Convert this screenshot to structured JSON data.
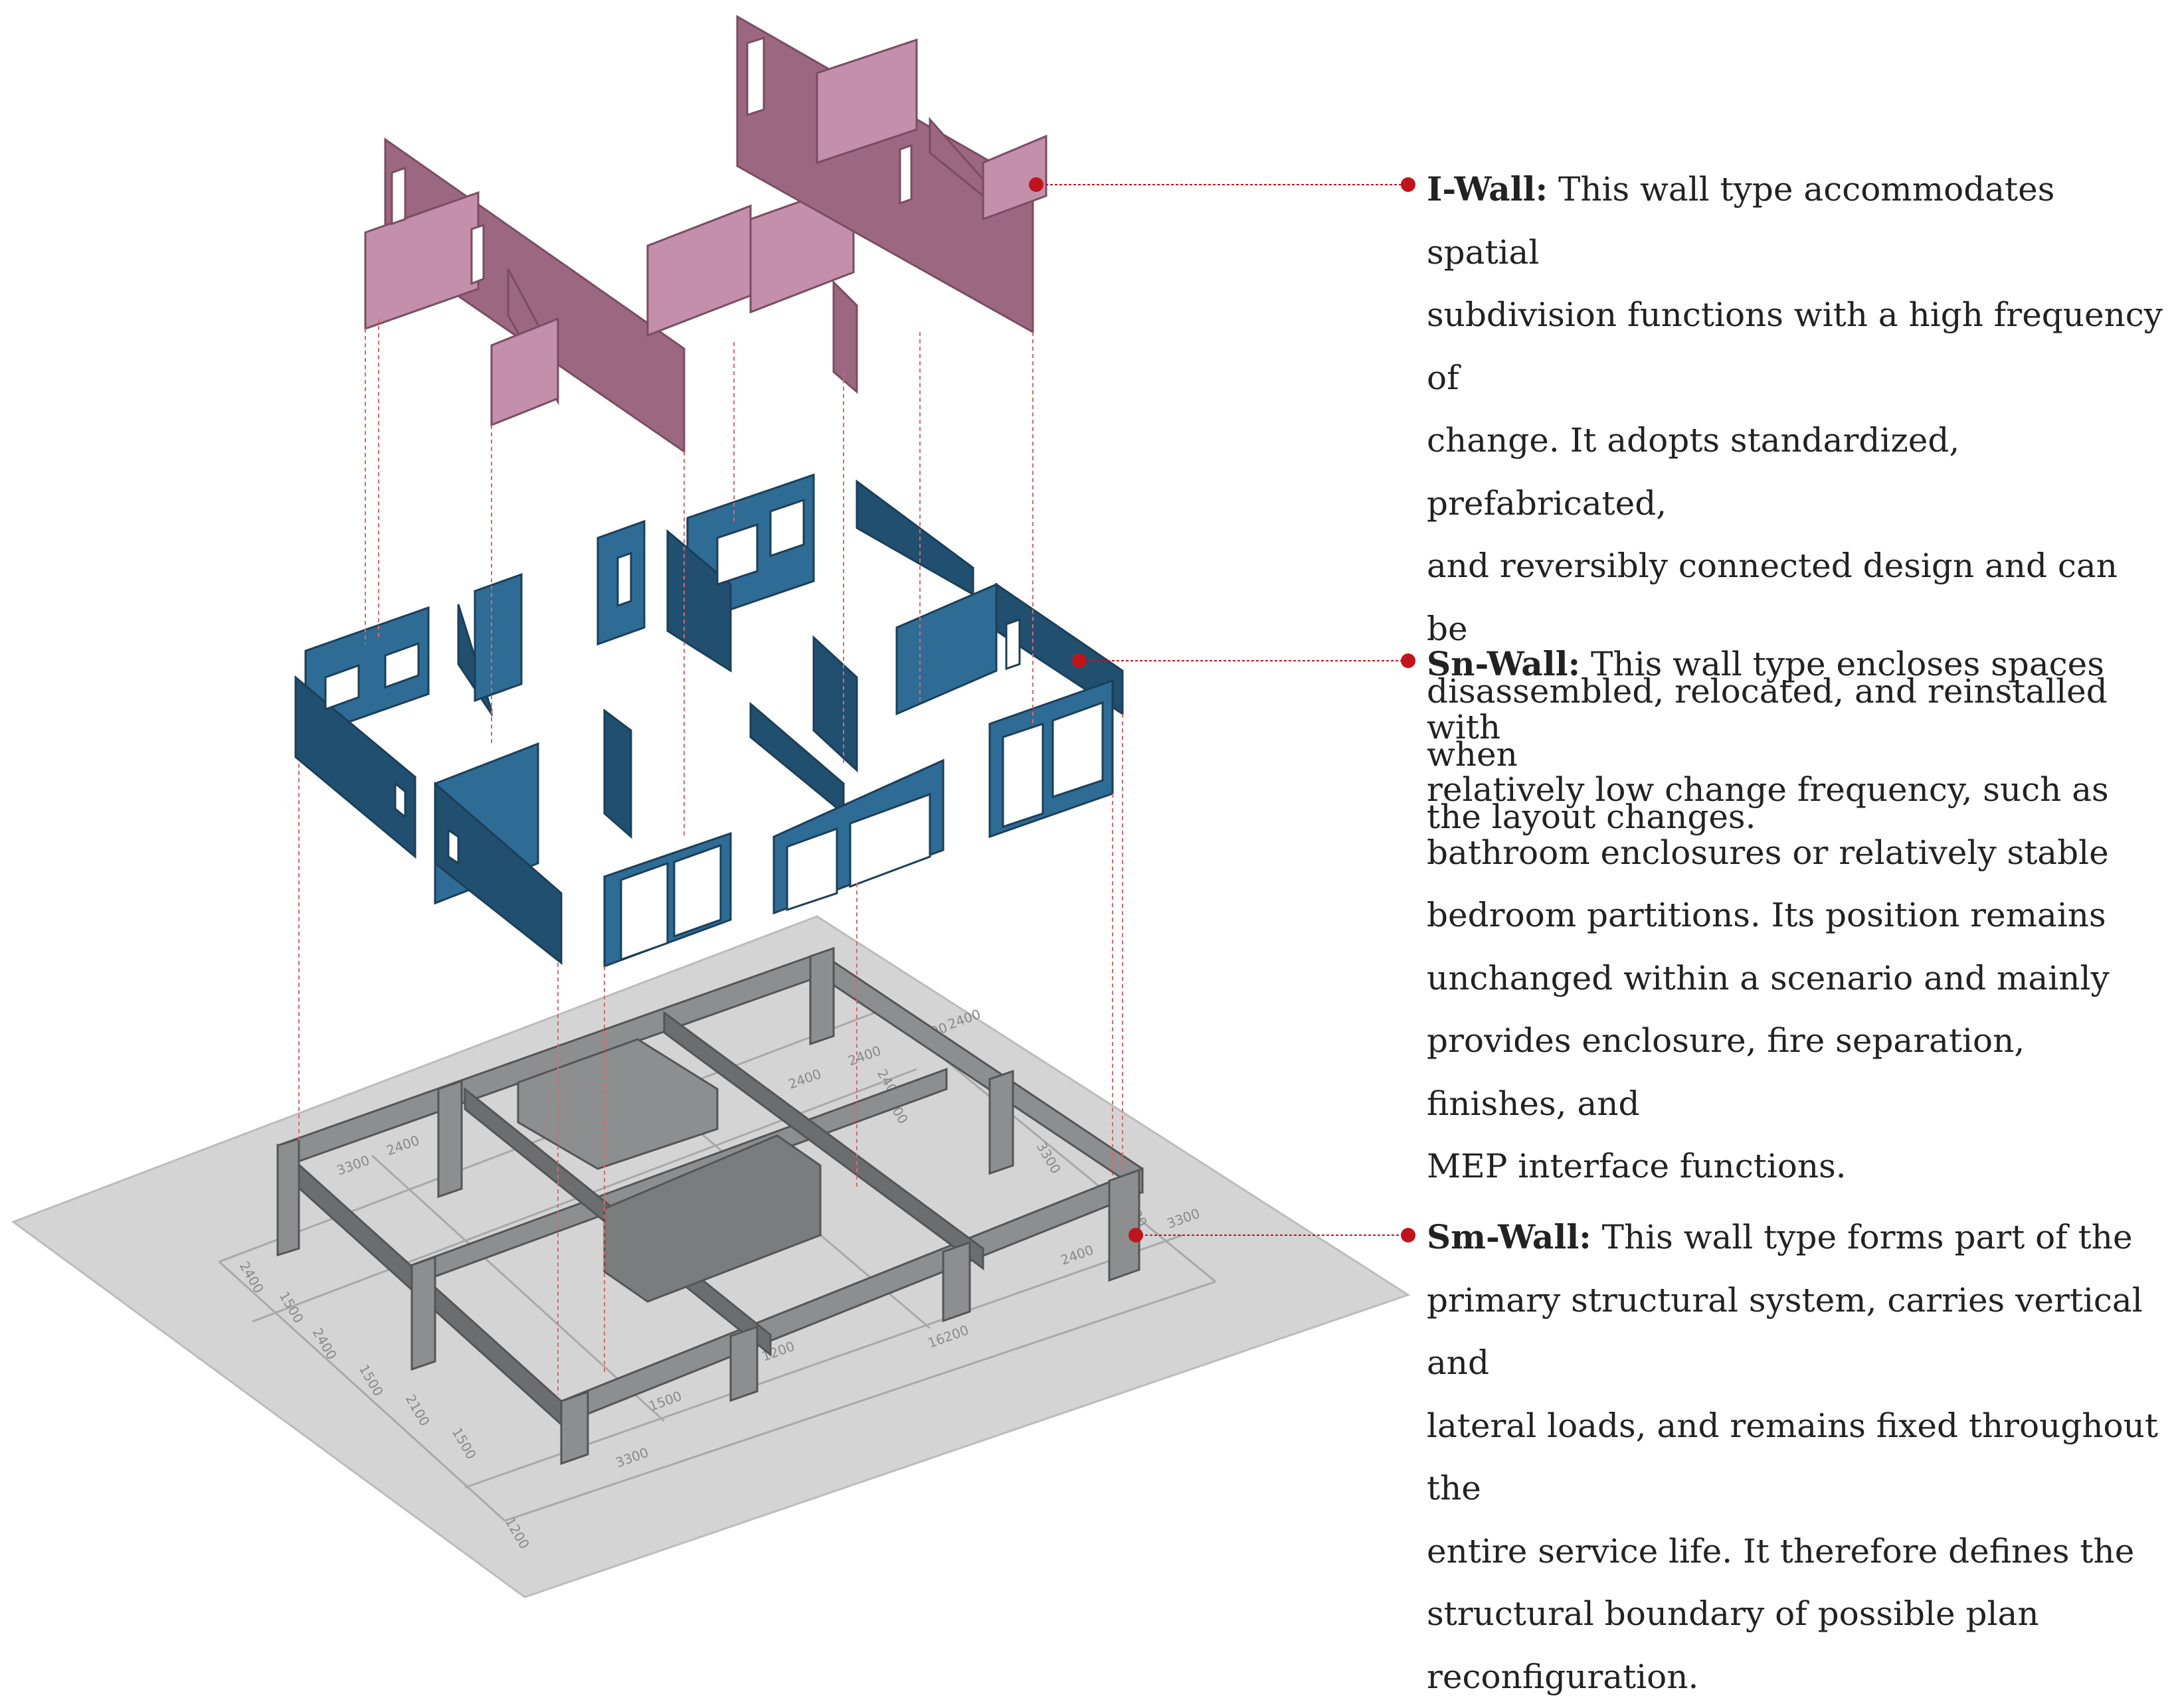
{
  "colors": {
    "i_wall": "#c48fab",
    "i_wall_side": "#9c6781",
    "sn_wall": "#2e6c96",
    "sn_wall_side": "#214f70",
    "sm_wall": "#8d8e90",
    "sm_wall_side": "#6c6d6f",
    "ground": "#d4d4d4",
    "leader": "#c0141c",
    "text": "#222222"
  },
  "icons": [
    "leader-dot"
  ],
  "plan_dimensions": [
    "3300",
    "2400",
    "2400",
    "2400",
    "3300",
    "2400",
    "2400",
    "2400",
    "3300",
    "1200",
    "3300",
    "2400",
    "16200",
    "1200",
    "1500",
    "2400",
    "1500",
    "2400",
    "1500",
    "2100",
    "1500",
    "3300",
    "1200"
  ],
  "legend": {
    "i_wall": {
      "term": "I-Wall:",
      "lines": [
        "This wall type accommodates spatial",
        "subdivision functions with a high frequency of",
        "change. It adopts standardized, prefabricated,",
        "and reversibly connected design and can be",
        "disassembled, relocated, and reinstalled when",
        "the layout changes."
      ]
    },
    "sn_wall": {
      "term": "Sn-Wall:",
      "lines": [
        "This wall type encloses spaces with",
        "relatively low change frequency, such as",
        "bathroom enclosures or relatively stable",
        "bedroom partitions. Its position remains",
        "unchanged within a scenario and mainly",
        "provides enclosure, fire separation, finishes, and",
        "MEP interface functions."
      ]
    },
    "sm_wall": {
      "term": "Sm-Wall:",
      "lines": [
        "This wall type forms part of the",
        "primary structural system, carries vertical and",
        "lateral loads, and remains fixed throughout the",
        "entire service life. It therefore defines the",
        "structural boundary of possible plan",
        "reconfiguration."
      ]
    }
  }
}
